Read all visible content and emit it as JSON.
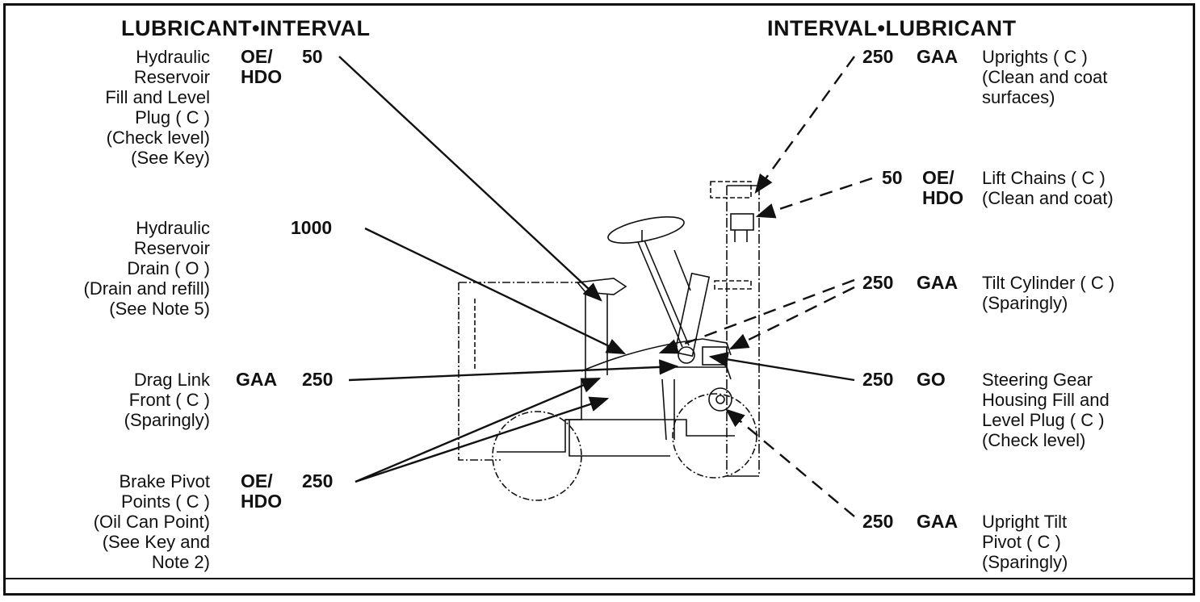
{
  "header": {
    "left": "LUBRICANT•INTERVAL",
    "right": "INTERVAL•LUBRICANT"
  },
  "left_items": [
    {
      "description": "Hydraulic\nReservoir\nFill and Level\nPlug ( C )\n(Check level)\n(See Key)",
      "lubricant": "OE/\nHDO",
      "interval": "50"
    },
    {
      "description": "Hydraulic\nReservoir\nDrain ( O )\n(Drain and refill)\n(See Note 5)",
      "lubricant": "",
      "interval": "1000"
    },
    {
      "description": "Drag Link\nFront ( C )\n(Sparingly)",
      "lubricant": "GAA",
      "interval": "250"
    },
    {
      "description": "Brake Pivot\nPoints ( C )\n(Oil Can Point)\n(See Key and\nNote 2)",
      "lubricant": "OE/\nHDO",
      "interval": "250"
    }
  ],
  "right_items": [
    {
      "interval": "250",
      "lubricant": "GAA",
      "description": "Uprights ( C )\n(Clean and coat\nsurfaces)"
    },
    {
      "interval": "50",
      "lubricant": "OE/\nHDO",
      "description": "Lift Chains ( C )\n(Clean and coat)"
    },
    {
      "interval": "250",
      "lubricant": "GAA",
      "description": "Tilt Cylinder ( C )\n(Sparingly)"
    },
    {
      "interval": "250",
      "lubricant": "GO",
      "description": "Steering Gear\nHousing Fill and\nLevel Plug ( C )\n(Check level)"
    },
    {
      "interval": "250",
      "lubricant": "GAA",
      "description": "Upright Tilt\nPivot ( C )\n(Sparingly)"
    }
  ],
  "colors": {
    "ink": "#111111",
    "background": "#ffffff"
  },
  "icons": [
    "forklift-diagram"
  ]
}
